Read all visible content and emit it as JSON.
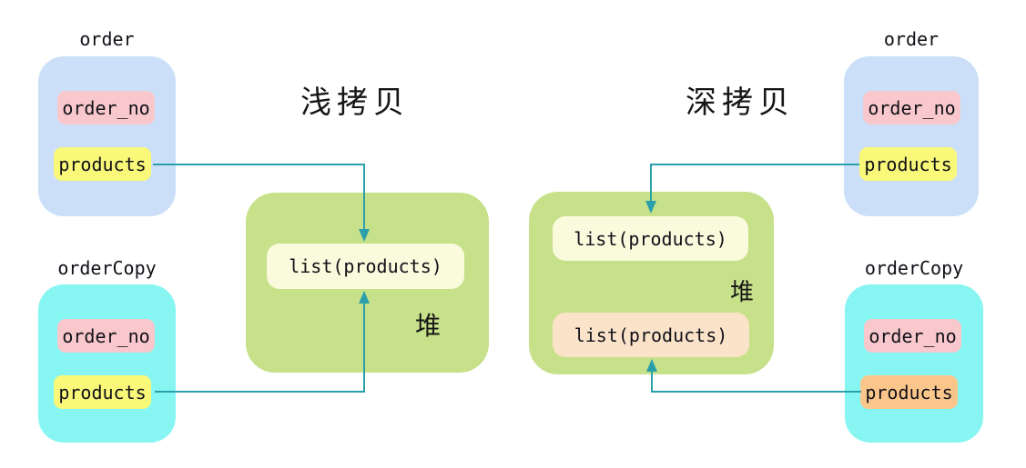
{
  "colors": {
    "box_blue": "#cbe0f8",
    "box_cyan": "#87f6f3",
    "field_pink": "#f9c8cc",
    "field_yellow": "#f9f878",
    "field_orange": "#fbc68b",
    "heap_green": "#c6e189",
    "item_cream": "#fafadc",
    "item_peach": "#fbe3c9",
    "arrow_teal": "#2aa0ab"
  },
  "shallow": {
    "title": "浅拷贝",
    "order": {
      "title": "order",
      "fields": [
        "order_no",
        "products"
      ]
    },
    "order_copy": {
      "title": "orderCopy",
      "fields": [
        "order_no",
        "products"
      ]
    },
    "heap": {
      "label": "堆",
      "items": [
        "list(products)"
      ]
    }
  },
  "deep": {
    "title": "深拷贝",
    "order": {
      "title": "order",
      "fields": [
        "order_no",
        "products"
      ]
    },
    "order_copy": {
      "title": "orderCopy",
      "fields": [
        "order_no",
        "products"
      ]
    },
    "heap": {
      "label": "堆",
      "items": [
        "list(products)",
        "list(products)"
      ]
    }
  }
}
